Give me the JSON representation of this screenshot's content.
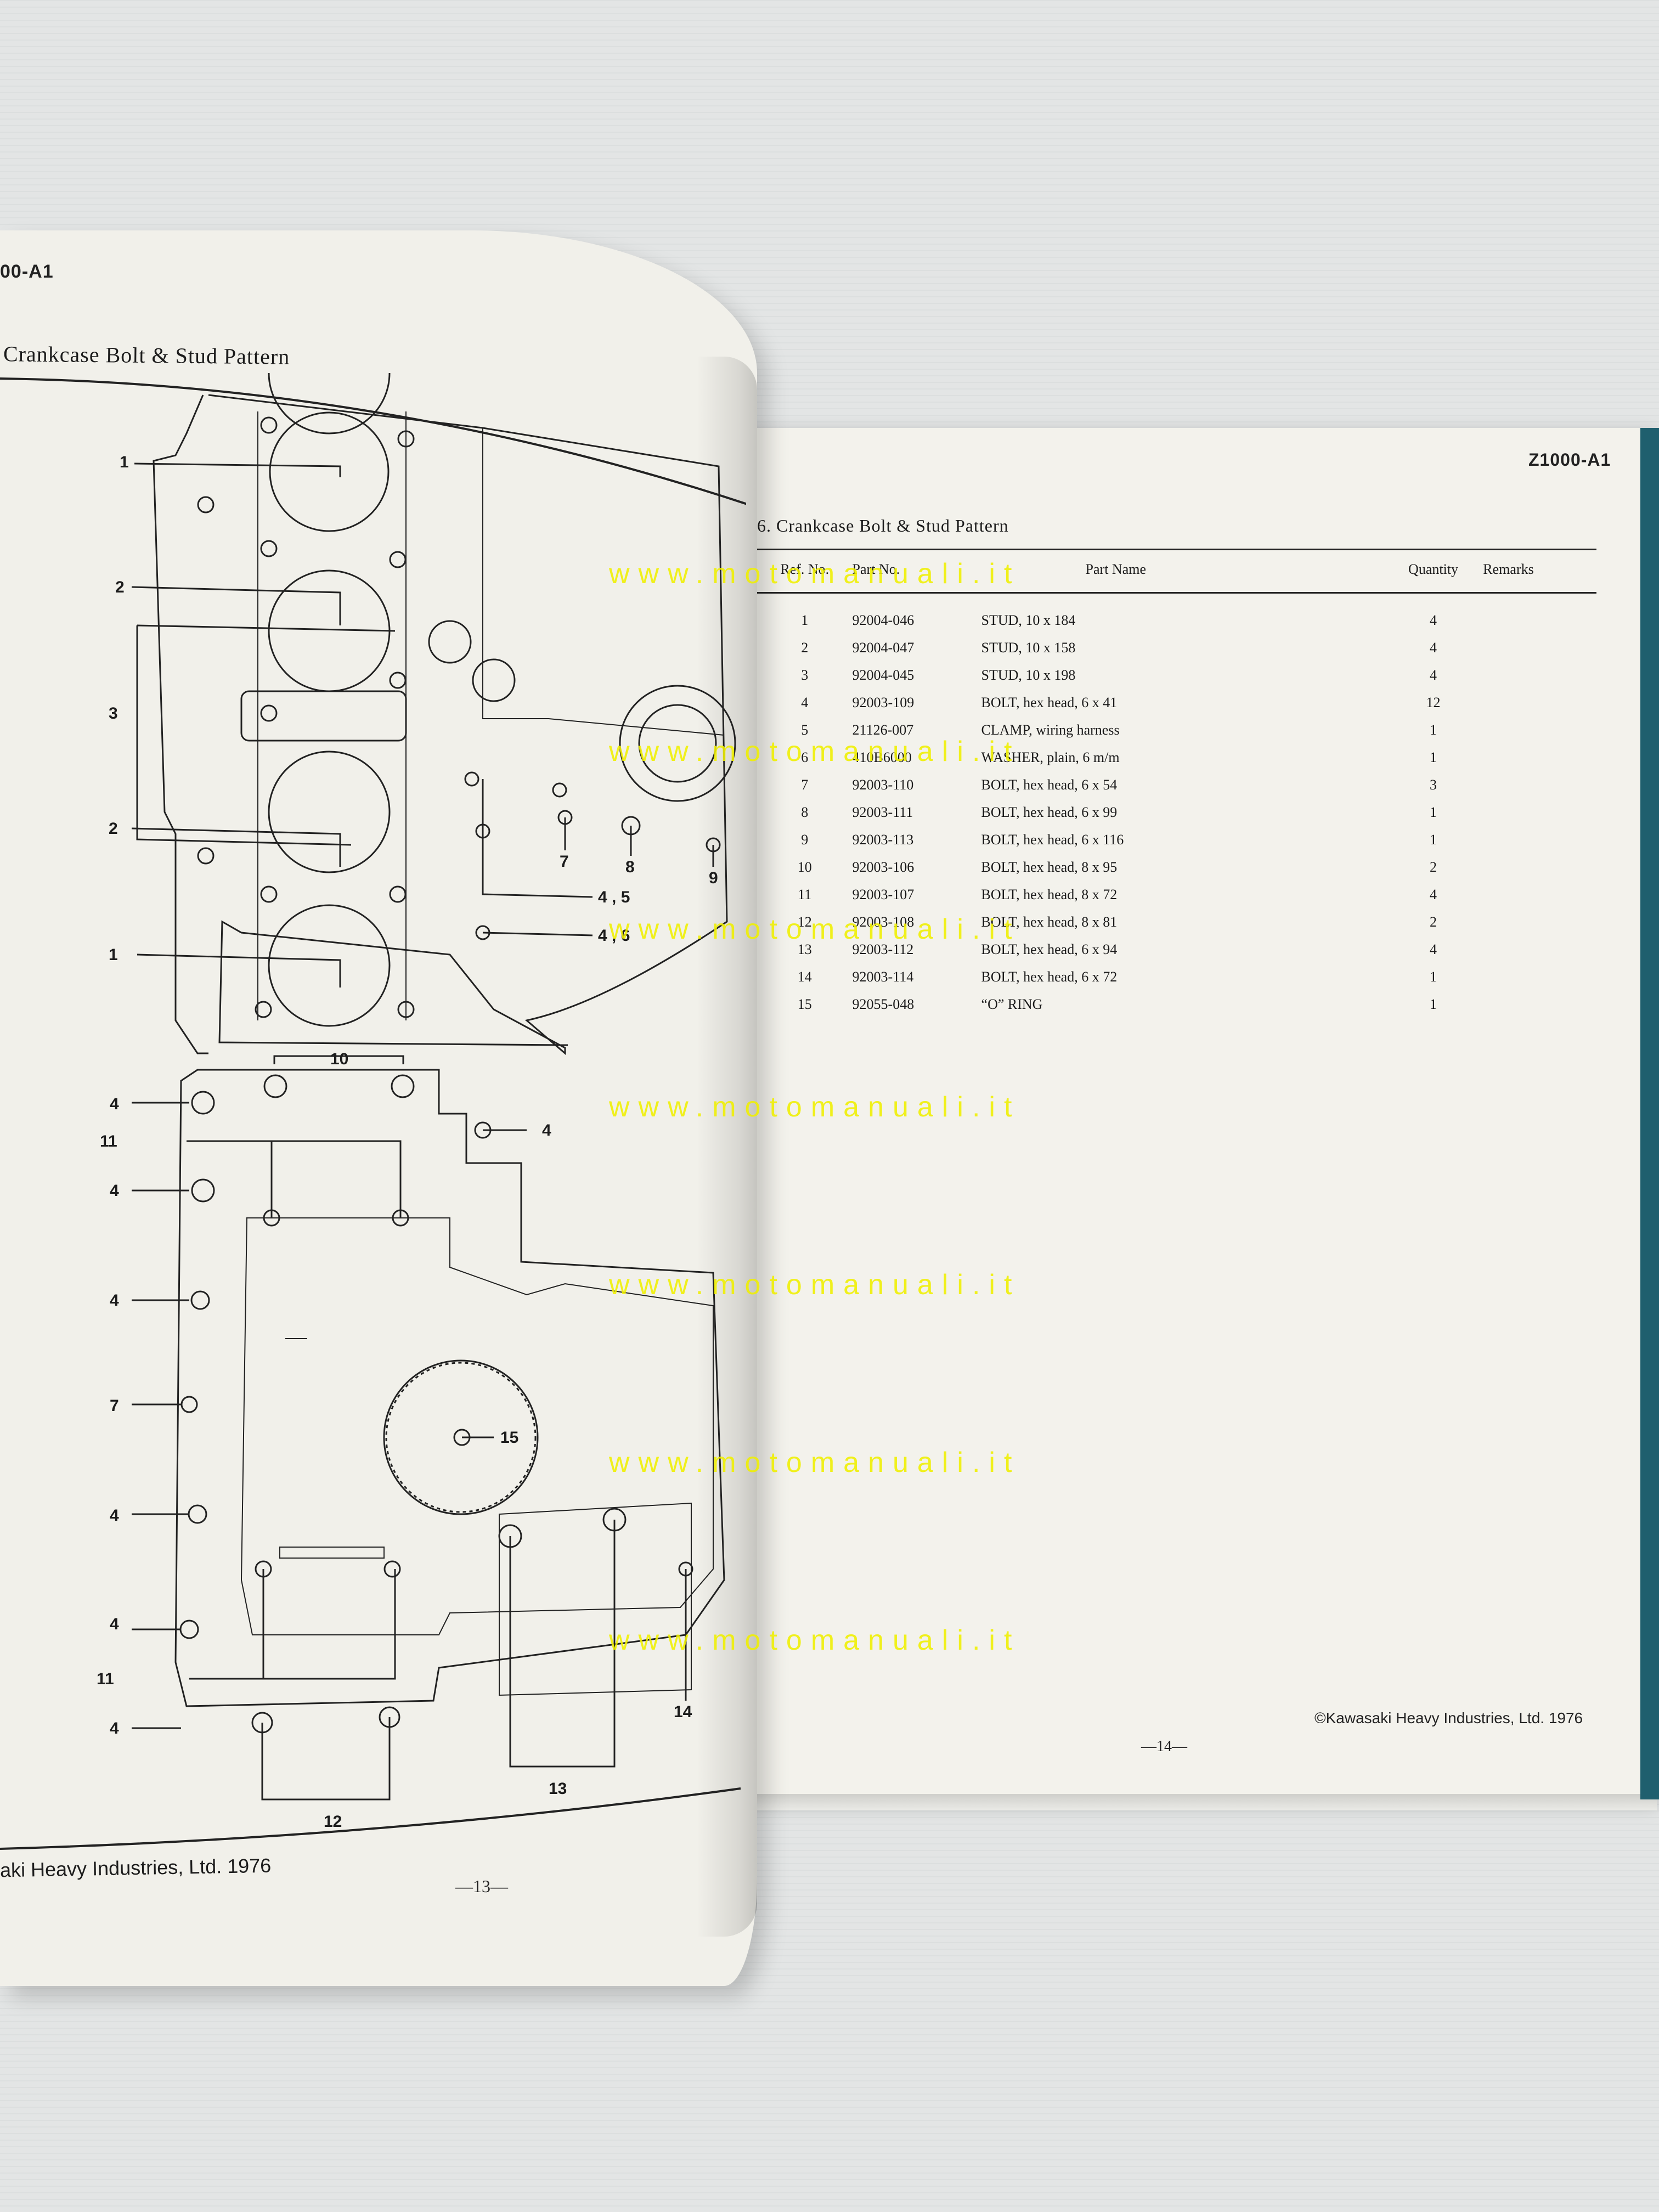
{
  "left_page": {
    "model": "00-A1",
    "title": "Crankcase Bolt & Stud Pattern",
    "copyright": "aki Heavy Industries, Ltd. 1976",
    "page_number": "—13—",
    "callouts": [
      "1",
      "2",
      "3",
      "2",
      "1",
      "7",
      "8",
      "9",
      "4 , 5",
      "4 , 6",
      "10",
      "4",
      "4",
      "11",
      "4",
      "4",
      "7",
      "15",
      "4",
      "4",
      "11",
      "4",
      "12",
      "13",
      "14"
    ]
  },
  "right_page": {
    "model": "Z1000-A1",
    "title": "6.  Crankcase Bolt & Stud Pattern",
    "columns": [
      "Ref. No.",
      "Part No.",
      "Part Name",
      "Quantity",
      "Remarks"
    ],
    "rows": [
      {
        "ref": "1",
        "part_no": "92004-046",
        "name": "STUD,  10 x 184",
        "qty": "4",
        "remarks": ""
      },
      {
        "ref": "2",
        "part_no": "92004-047",
        "name": "STUD,  10 x 158",
        "qty": "4",
        "remarks": ""
      },
      {
        "ref": "3",
        "part_no": "92004-045",
        "name": "STUD,  10 x 198",
        "qty": "4",
        "remarks": ""
      },
      {
        "ref": "4",
        "part_no": "92003-109",
        "name": "BOLT,  hex head,  6 x 41",
        "qty": "12",
        "remarks": ""
      },
      {
        "ref": "5",
        "part_no": "21126-007",
        "name": "CLAMP,  wiring harness",
        "qty": "1",
        "remarks": ""
      },
      {
        "ref": "6",
        "part_no": "410B6000",
        "name": "WASHER,  plain,  6 m/m",
        "qty": "1",
        "remarks": ""
      },
      {
        "ref": "7",
        "part_no": "92003-110",
        "name": "BOLT,  hex head,  6 x 54",
        "qty": "3",
        "remarks": ""
      },
      {
        "ref": "8",
        "part_no": "92003-111",
        "name": "BOLT,  hex head,  6 x 99",
        "qty": "1",
        "remarks": ""
      },
      {
        "ref": "9",
        "part_no": "92003-113",
        "name": "BOLT,  hex head,  6 x 116",
        "qty": "1",
        "remarks": ""
      },
      {
        "ref": "10",
        "part_no": "92003-106",
        "name": "BOLT,  hex head,  8 x 95",
        "qty": "2",
        "remarks": ""
      },
      {
        "ref": "11",
        "part_no": "92003-107",
        "name": "BOLT,  hex head,  8 x 72",
        "qty": "4",
        "remarks": ""
      },
      {
        "ref": "12",
        "part_no": "92003-108",
        "name": "BOLT,  hex head,  8 x 81",
        "qty": "2",
        "remarks": ""
      },
      {
        "ref": "13",
        "part_no": "92003-112",
        "name": "BOLT,  hex head,  6 x 94",
        "qty": "4",
        "remarks": ""
      },
      {
        "ref": "14",
        "part_no": "92003-114",
        "name": "BOLT,  hex head,  6 x 72",
        "qty": "1",
        "remarks": ""
      },
      {
        "ref": "15",
        "part_no": "92055-048",
        "name": "“O”  RING",
        "qty": "1",
        "remarks": ""
      }
    ],
    "copyright": "©Kawasaki Heavy Industries, Ltd. 1976",
    "page_number": "—14—"
  },
  "watermark": "www.motomanuali.it"
}
